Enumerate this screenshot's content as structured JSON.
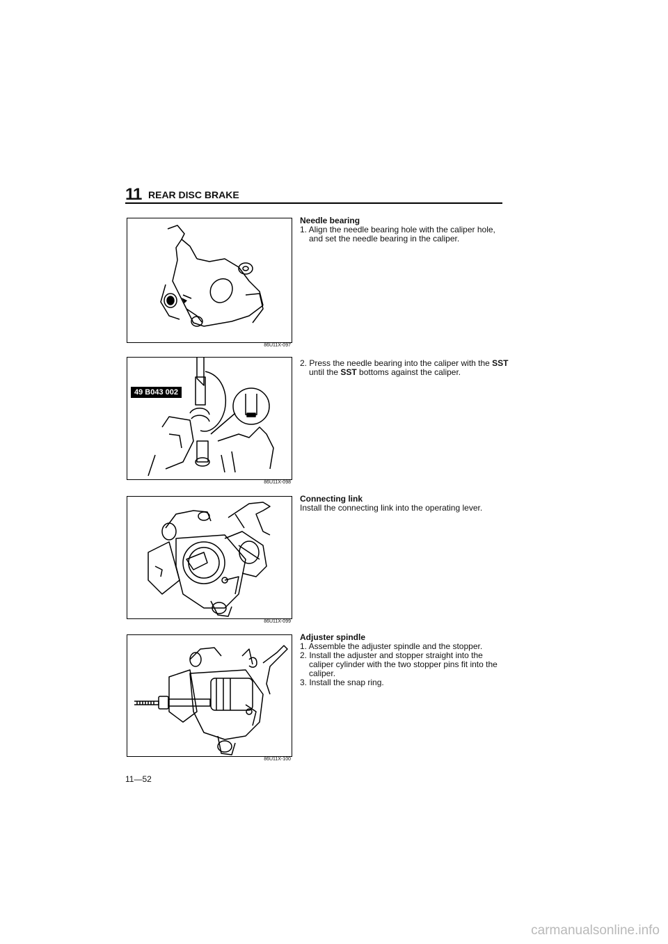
{
  "header": {
    "section_number": "11",
    "section_title": "REAR DISC BRAKE"
  },
  "figures": [
    {
      "code": "86U11X-097"
    },
    {
      "code": "86U11X-098",
      "tool_label": "49 B043 002"
    },
    {
      "code": "86U11X-099"
    },
    {
      "code": "86U11X-100"
    }
  ],
  "steps": {
    "needle_bearing": {
      "heading": "Needle bearing",
      "item1": "1. Align the needle bearing hole with the caliper hole, and set the needle bearing in the caliper.",
      "item2_pre": "2. Press the needle bearing into the caliper with the ",
      "item2_sst1": "SST",
      "item2_mid": " until the ",
      "item2_sst2": "SST",
      "item2_post": " bottoms against the caliper."
    },
    "connecting_link": {
      "heading": "Connecting link",
      "text": "Install the connecting link into the operating lever."
    },
    "adjuster_spindle": {
      "heading": "Adjuster spindle",
      "item1": "1. Assemble the adjuster spindle and the stopper.",
      "item2": "2. Install the adjuster and stopper straight into the caliper cylinder with the two stopper pins fit into the caliper.",
      "item3": "3. Install the snap ring."
    }
  },
  "footer": {
    "page_number": "11—52",
    "watermark": "carmanualsonline.info"
  }
}
